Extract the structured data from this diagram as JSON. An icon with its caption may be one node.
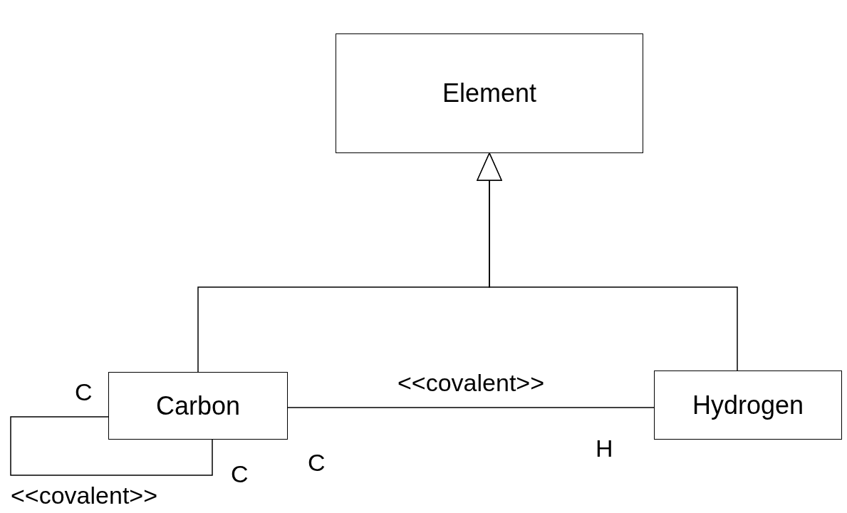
{
  "diagram": {
    "nodes": [
      {
        "text": [
          "Element"
        ]
      },
      {
        "text": [
          "Carbon"
        ]
      },
      {
        "text": [
          "Hydrogen"
        ]
      }
    ],
    "edges": [
      {
        "from": 1,
        "to": 0,
        "arrow": "to"
      },
      {
        "from": 2,
        "to": 0,
        "arrow": "to"
      },
      {
        "from": 1,
        "to": 2,
        "arrow": "none",
        "label": "<<covalent>>"
      },
      {
        "from": 1,
        "to": 1,
        "arrow": "none",
        "label": "<<covalent>>"
      }
    ],
    "labels": [
      "C",
      "C",
      "H",
      "C"
    ]
  }
}
